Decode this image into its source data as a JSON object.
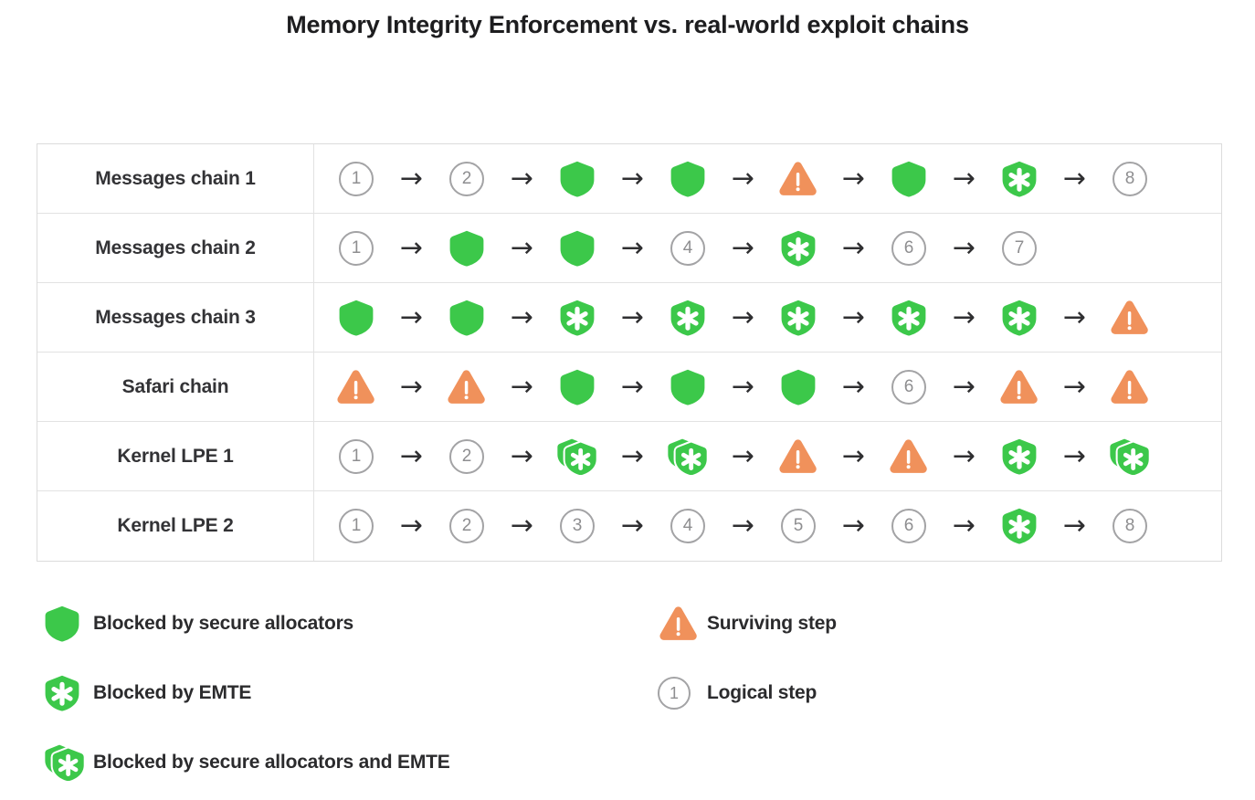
{
  "title": "Memory Integrity Enforcement vs. real-world exploit chains",
  "colors": {
    "shield_green": "#3CC84A",
    "warning_orange": "#F0915B",
    "logical_gray": "#a3a3a5",
    "arrow": "#2f2f31",
    "text": "#333336",
    "border": "#e2e2e2",
    "background": "#ffffff"
  },
  "arrow_glyph": "→",
  "icon_names": {
    "shield": "shield-icon",
    "shield_asterisk": "shield-asterisk-icon",
    "double_shield_asterisk": "double-shield-asterisk-icon",
    "warning": "warning-triangle-icon",
    "logical": "circled-number-icon"
  },
  "chart_data": {
    "type": "table",
    "title": "Memory Integrity Enforcement vs. real-world exploit chains",
    "xlabel": "",
    "ylabel": "",
    "grid": true,
    "legend_position": "bottom",
    "categories": [
      "Messages chain 1",
      "Messages chain 2",
      "Messages chain 3",
      "Safari chain",
      "Kernel LPE 1",
      "Kernel LPE 2"
    ],
    "step_types": {
      "logical": "Logical step",
      "shield": "Blocked by secure allocators",
      "shield_asterisk": "Blocked by EMTE",
      "double_shield_asterisk": "Blocked by secure allocators and EMTE",
      "warning": "Surviving step"
    },
    "rows": [
      {
        "label": "Messages chain 1",
        "steps": [
          {
            "type": "logical",
            "value": "1"
          },
          {
            "type": "logical",
            "value": "2"
          },
          {
            "type": "shield",
            "value": ""
          },
          {
            "type": "shield",
            "value": ""
          },
          {
            "type": "warning",
            "value": ""
          },
          {
            "type": "shield",
            "value": ""
          },
          {
            "type": "shield_asterisk",
            "value": ""
          },
          {
            "type": "logical",
            "value": "8"
          }
        ]
      },
      {
        "label": "Messages chain 2",
        "steps": [
          {
            "type": "logical",
            "value": "1"
          },
          {
            "type": "shield",
            "value": ""
          },
          {
            "type": "shield",
            "value": ""
          },
          {
            "type": "logical",
            "value": "4"
          },
          {
            "type": "shield_asterisk",
            "value": ""
          },
          {
            "type": "logical",
            "value": "6"
          },
          {
            "type": "logical",
            "value": "7"
          }
        ]
      },
      {
        "label": "Messages chain 3",
        "steps": [
          {
            "type": "shield",
            "value": ""
          },
          {
            "type": "shield",
            "value": ""
          },
          {
            "type": "shield_asterisk",
            "value": ""
          },
          {
            "type": "shield_asterisk",
            "value": ""
          },
          {
            "type": "shield_asterisk",
            "value": ""
          },
          {
            "type": "shield_asterisk",
            "value": ""
          },
          {
            "type": "shield_asterisk",
            "value": ""
          },
          {
            "type": "warning",
            "value": ""
          }
        ]
      },
      {
        "label": "Safari chain",
        "steps": [
          {
            "type": "warning",
            "value": ""
          },
          {
            "type": "warning",
            "value": ""
          },
          {
            "type": "shield",
            "value": ""
          },
          {
            "type": "shield",
            "value": ""
          },
          {
            "type": "shield",
            "value": ""
          },
          {
            "type": "logical",
            "value": "6"
          },
          {
            "type": "warning",
            "value": ""
          },
          {
            "type": "warning",
            "value": ""
          }
        ]
      },
      {
        "label": "Kernel LPE 1",
        "steps": [
          {
            "type": "logical",
            "value": "1"
          },
          {
            "type": "logical",
            "value": "2"
          },
          {
            "type": "double_shield_asterisk",
            "value": ""
          },
          {
            "type": "double_shield_asterisk",
            "value": ""
          },
          {
            "type": "warning",
            "value": ""
          },
          {
            "type": "warning",
            "value": ""
          },
          {
            "type": "shield_asterisk",
            "value": ""
          },
          {
            "type": "double_shield_asterisk",
            "value": ""
          }
        ]
      },
      {
        "label": "Kernel LPE 2",
        "steps": [
          {
            "type": "logical",
            "value": "1"
          },
          {
            "type": "logical",
            "value": "2"
          },
          {
            "type": "logical",
            "value": "3"
          },
          {
            "type": "logical",
            "value": "4"
          },
          {
            "type": "logical",
            "value": "5"
          },
          {
            "type": "logical",
            "value": "6"
          },
          {
            "type": "shield_asterisk",
            "value": ""
          },
          {
            "type": "logical",
            "value": "8"
          }
        ]
      }
    ],
    "legend": {
      "left": [
        {
          "type": "shield",
          "label": "Blocked by secure allocators"
        },
        {
          "type": "shield_asterisk",
          "label": "Blocked by EMTE"
        },
        {
          "type": "double_shield_asterisk",
          "label": "Blocked by secure allocators and EMTE"
        }
      ],
      "right": [
        {
          "type": "warning",
          "label": "Surviving step"
        },
        {
          "type": "logical",
          "label": "Logical step",
          "value": "1"
        }
      ]
    }
  }
}
